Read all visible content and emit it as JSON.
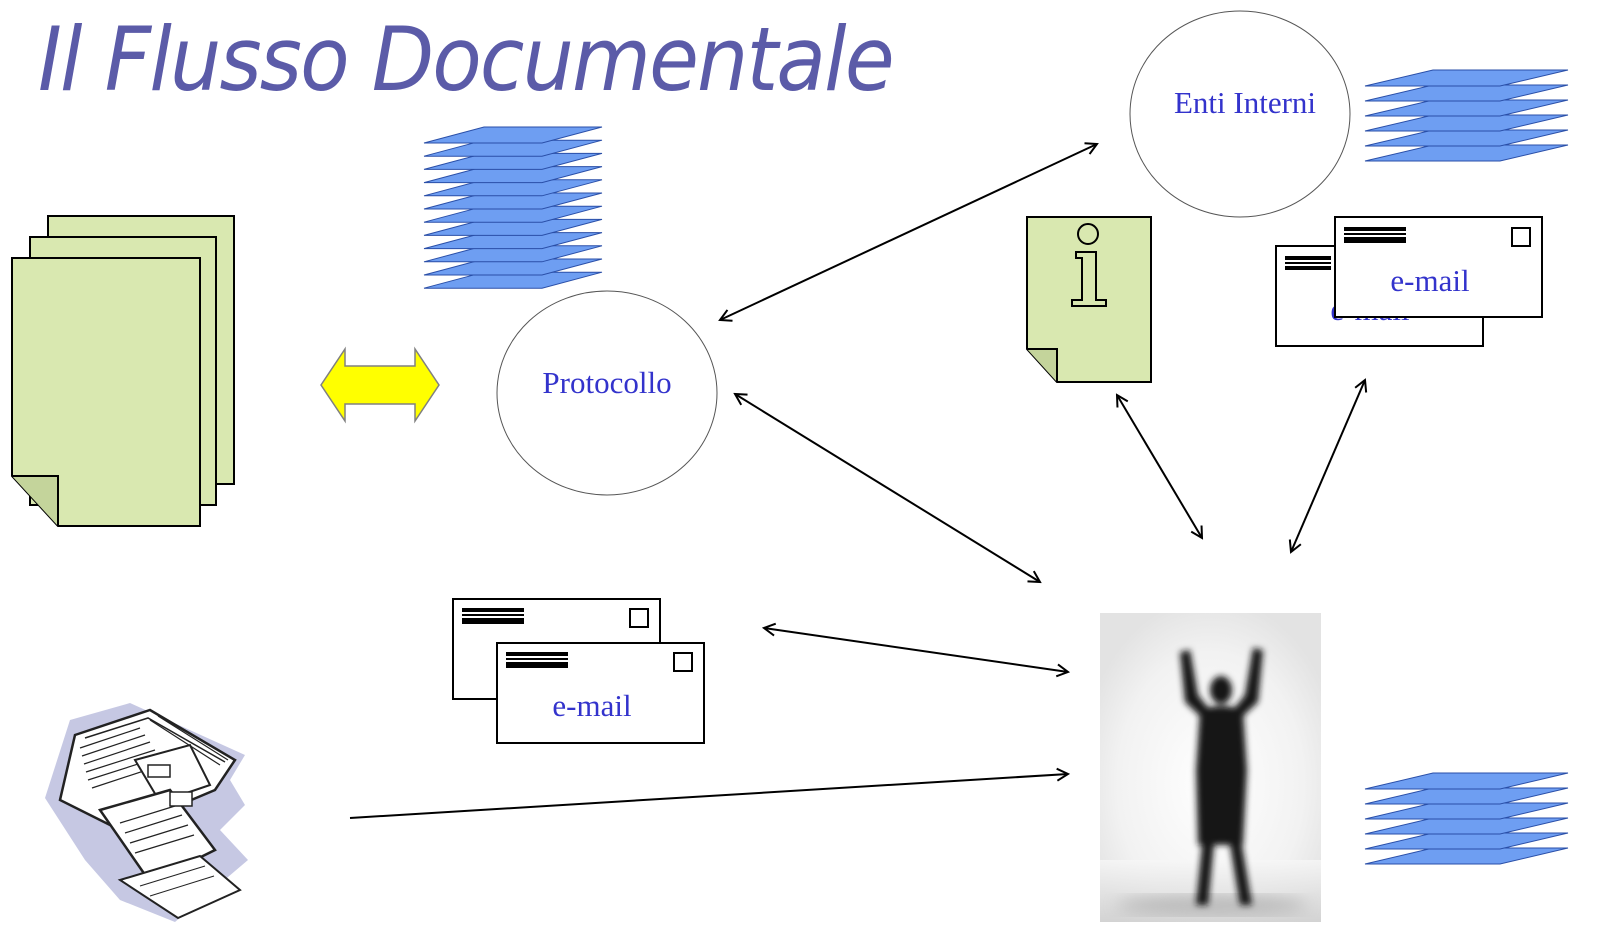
{
  "title": "Il Flusso Documentale",
  "nodes": {
    "protocollo": "Protocollo",
    "enti_interni": "Enti Interni",
    "email_center": "e-mail",
    "email_topright_front": "e-mail",
    "email_topright_back": "e-mail"
  },
  "colors": {
    "title": "#5b5ba8",
    "label": "#3333cc",
    "paper": "#d9e8b0",
    "stack": "#6e9ef2",
    "double_arrow": "#ffff00"
  },
  "icons": {
    "documents": "document-stack-icon",
    "info": "info-document-icon",
    "disks": "floppy-disk-tray-icon",
    "person": "person-silhouette-photo",
    "layers": "layer-stack-icon"
  }
}
